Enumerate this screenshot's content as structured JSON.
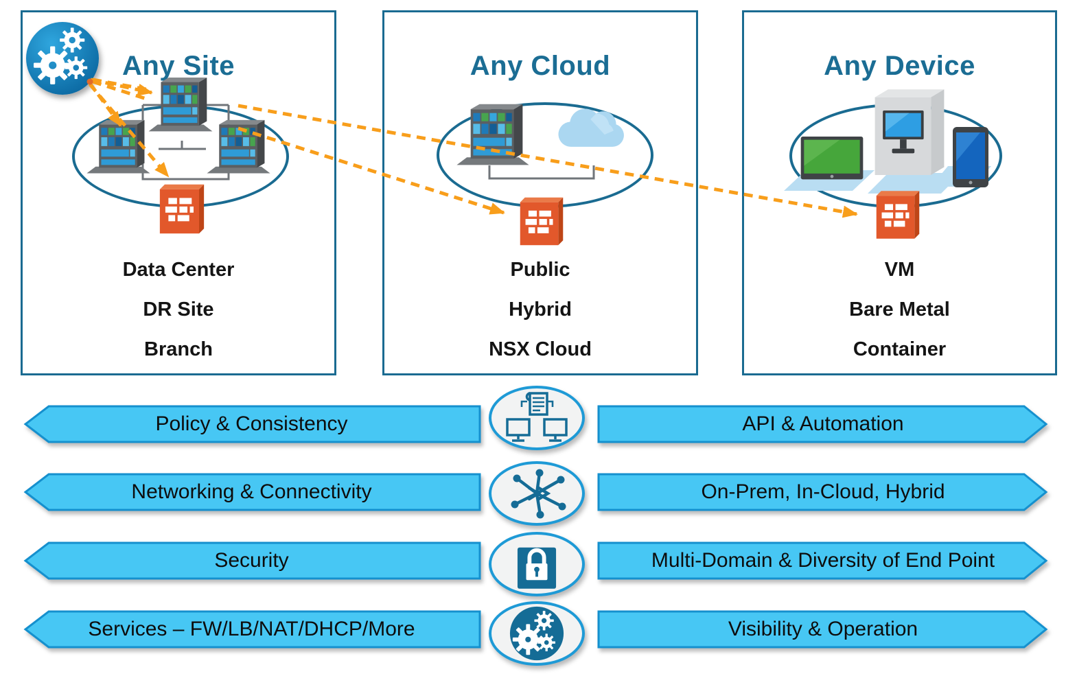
{
  "panels": [
    {
      "title": "Any Site",
      "items": [
        "Data Center",
        "DR Site",
        "Branch"
      ]
    },
    {
      "title": "Any Cloud",
      "items": [
        "Public",
        "Hybrid",
        "NSX Cloud"
      ]
    },
    {
      "title": "Any Device",
      "items": [
        "VM",
        "Bare Metal",
        "Container"
      ]
    }
  ],
  "rows": [
    {
      "left": "Policy & Consistency",
      "icon": "policy-document-monitors-icon",
      "right": "API & Automation"
    },
    {
      "left": "Networking & Connectivity",
      "icon": "network-branch-icon",
      "right": "On-Prem, In-Cloud, Hybrid"
    },
    {
      "left": "Security",
      "icon": "lock-icon",
      "right": "Multi-Domain & Diversity of End Point"
    },
    {
      "left": "Services – FW/LB/NAT/DHCP/More",
      "icon": "gears-icon",
      "right": "Visibility & Operation"
    }
  ],
  "icons": {
    "badge": "gears-icon",
    "site": "building-icon",
    "cloud": "cloud-icon",
    "enforcement": "firewall-brick-icon",
    "devices": [
      "laptop-monitor-icon",
      "workstation-tower-icon",
      "tablet-icon"
    ]
  },
  "colors": {
    "panel_border": "#1A6B91",
    "title_text": "#1B6D94",
    "banner_fill": "#47C7F4",
    "banner_border": "#1590CE",
    "oval_border": "#1E9AD6",
    "icon_blue": "#156C96",
    "arrow_orange": "#F89E1B",
    "firewall_orange": "#E2582B",
    "list_text": "#141414"
  }
}
